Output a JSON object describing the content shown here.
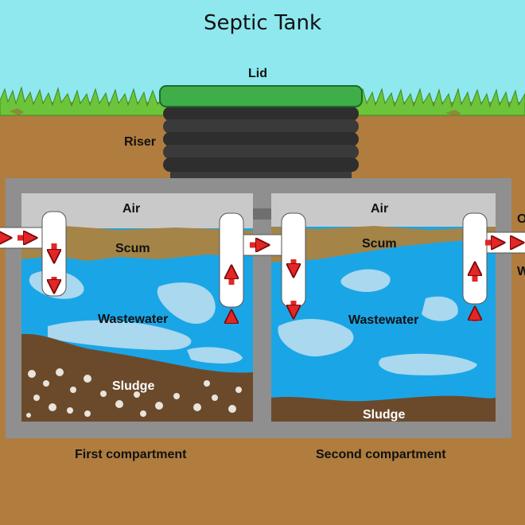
{
  "title": "Septic Tank",
  "labels": {
    "lid": "Lid",
    "riser": "Riser",
    "air_1": "Air",
    "air_2": "Air",
    "scum_1": "Scum",
    "scum_2": "Scum",
    "wastewater_1": "Wastewater",
    "wastewater_2": "Wastewater",
    "sludge_1": "Sludge",
    "sludge_2": "Sludge",
    "compartment_1": "First compartment",
    "compartment_2": "Second compartment",
    "cut_right_top": "O",
    "cut_right_bottom": "W"
  },
  "colors": {
    "sky": "#8ee8ee",
    "soil": "#b07d3e",
    "grass": "#6cc43a",
    "lid": "#3fae49",
    "riser": "#333333",
    "tank_wall": "#8f8f8f",
    "air": "#c9c9c9",
    "scum": "#a58447",
    "water": "#1aa6e6",
    "water_light": "#a9d8ef",
    "sludge": "#6b4a2b",
    "pipe": "#ffffff",
    "arrow": "#e32626"
  },
  "icons": [
    "flow-arrow-icon"
  ]
}
